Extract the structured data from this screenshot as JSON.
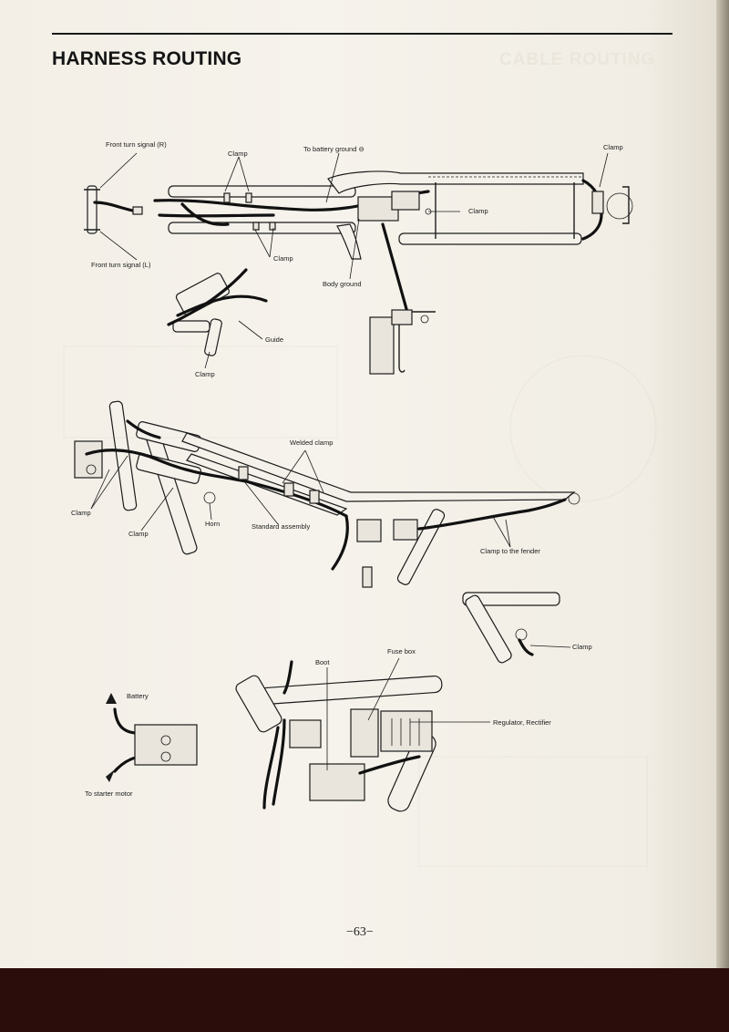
{
  "page": {
    "title": "HARNESS ROUTING",
    "page_number": "−63−"
  },
  "figure1": {
    "front_turn_signal_r": "Front turn signal (R)",
    "clamp_top": "Clamp",
    "to_battery_ground": "To battery ground ⊖",
    "clamp_right": "Clamp",
    "clamp_mid": "Clamp",
    "front_turn_signal_l": "Front turn signal (L)",
    "clamp_lower": "Clamp",
    "body_ground": "Body ground",
    "guide": "Guide",
    "clamp_guide": "Clamp"
  },
  "figure2": {
    "welded_clamp": "Welded clamp",
    "clamp_left": "Clamp",
    "clamp_center": "Clamp",
    "horn": "Horn",
    "standard_assembly": "Standard assembly",
    "clamp_to_fender": "Clamp to the fender"
  },
  "figure3": {
    "clamp_inset": "Clamp",
    "boot": "Boot",
    "fuse_box": "Fuse box",
    "battery": "Battery",
    "regulator_rectifier": "Regulator, Rectifier",
    "to_starter_motor": "To starter motor"
  }
}
